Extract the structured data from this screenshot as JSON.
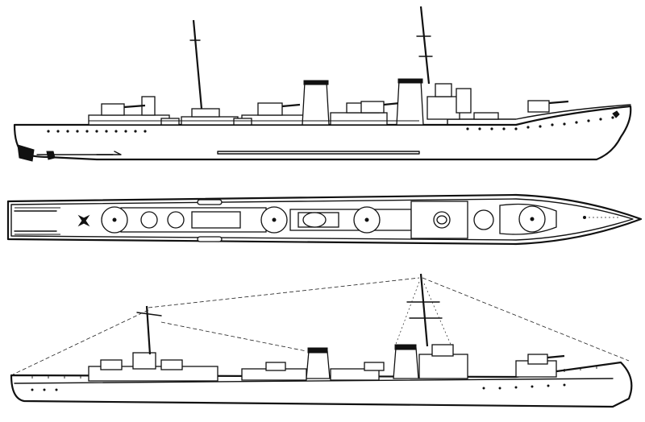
{
  "page": {
    "background": "#ffffff",
    "ink_color": "#111111"
  },
  "views": [
    {
      "id": "profile",
      "icon": "ship-profile-icon"
    },
    {
      "id": "plan",
      "icon": "ship-deck-plan-icon"
    },
    {
      "id": "perspective",
      "icon": "ship-perspective-icon"
    }
  ]
}
